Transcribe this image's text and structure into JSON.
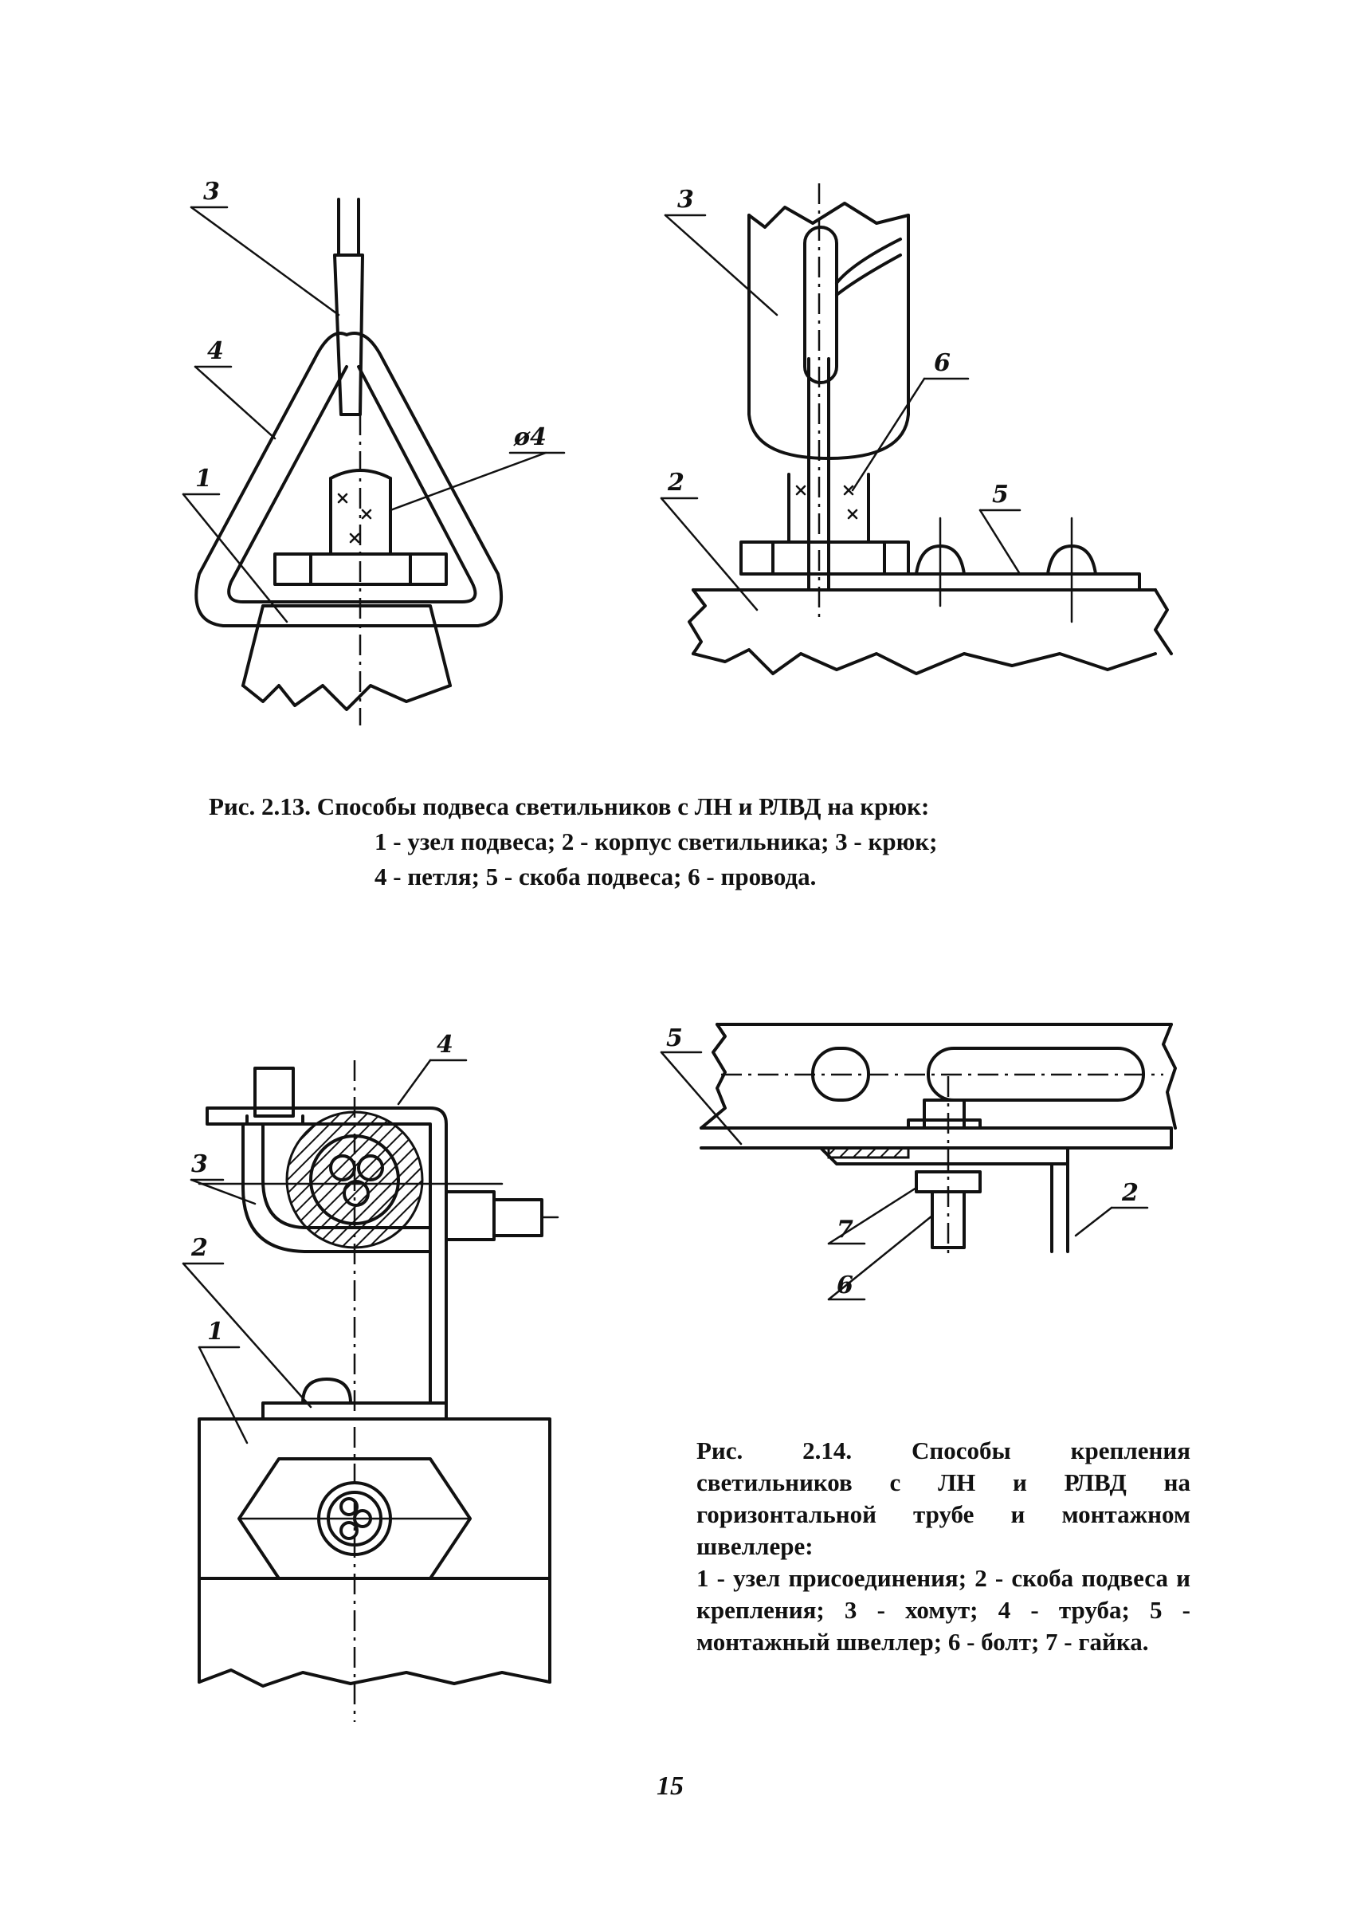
{
  "figure_213": {
    "left_labels": [
      "3",
      "4",
      "1",
      "ø4"
    ],
    "right_labels": [
      "3",
      "6",
      "2",
      "5"
    ],
    "caption_title": "Рис. 2.13. Способы подвеса светильников с ЛН и РЛВД на крюк:",
    "caption_line1": "1 - узел подвеса; 2 - корпус светильника; 3 - крюк;",
    "caption_line2": "4 - петля; 5 - скоба подвеса; 6 - провода."
  },
  "figure_214": {
    "left_labels": [
      "4",
      "3",
      "2",
      "1"
    ],
    "right_labels": [
      "5",
      "7",
      "6",
      "2"
    ],
    "caption_title": "Рис. 2.14. Способы крепления светильников с ЛН и РЛВД на горизонтальной трубе и монтажном швеллере:",
    "caption_body": "1 - узел присоединения; 2 - скоба подвеса и крепления; 3 - хомут; 4 - труба; 5 - монтажный швеллер; 6 - болт; 7 - гайка."
  },
  "page_number": "15"
}
